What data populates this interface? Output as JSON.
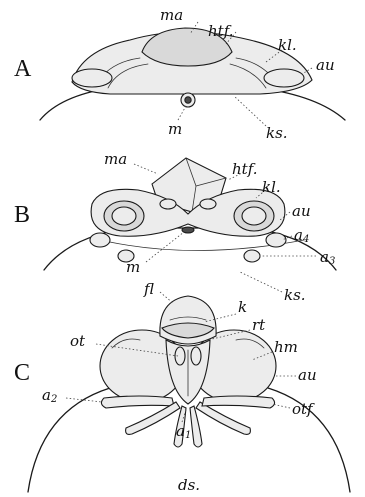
{
  "panels": [
    {
      "letter": "A",
      "labels": {
        "ma": "ma",
        "htf": "htf.",
        "kl": "kl.",
        "au": "au",
        "m": "m",
        "ks": "ks."
      }
    },
    {
      "letter": "B",
      "labels": {
        "ma": "ma",
        "htf": "htf.",
        "kl": "kl.",
        "au": "au",
        "a4": "a",
        "a4_sub": "4",
        "a3": "a",
        "a3_sub": "3",
        "m": "m",
        "ks": "ks."
      }
    },
    {
      "letter": "C",
      "labels": {
        "fl": "fl",
        "k": "k",
        "rt": "rt",
        "ot": "ot",
        "hm": "hm",
        "au": "au",
        "a2": "a",
        "a2_sub": "2",
        "otf": "otf",
        "a1": "a",
        "a1_sub": "1",
        "ds": "ds."
      }
    }
  ]
}
